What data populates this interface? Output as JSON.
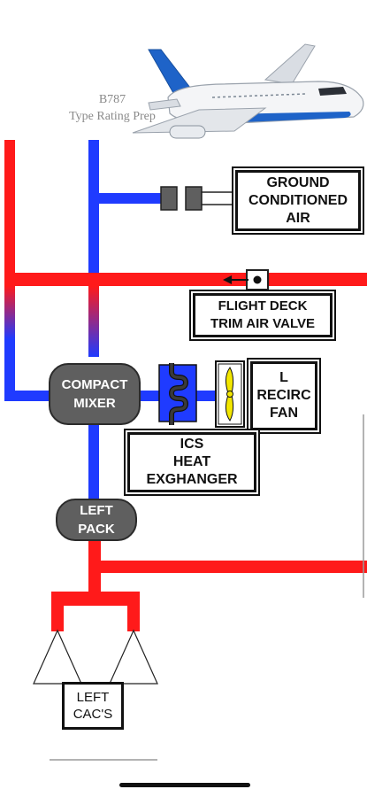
{
  "header": {
    "line1": "B787",
    "line2": "Type Rating Prep"
  },
  "colors": {
    "hot_air": "#ff1a1a",
    "cold_air": "#1f3bff",
    "component_fill": "#5f5f5f",
    "fan_blade": "#f2e600"
  },
  "components": {
    "ground_air": [
      "GROUND",
      "CONDITIONED",
      "AIR"
    ],
    "trim_valve": [
      "FLIGHT DECK",
      "TRIM AIR VALVE"
    ],
    "mixer": [
      "COMPACT",
      "MIXER"
    ],
    "recirc_fan": [
      "L",
      "RECIRC",
      "FAN"
    ],
    "heat_exchanger": [
      "ICS",
      "HEAT",
      "EXGHANGER"
    ],
    "pack": [
      "LEFT",
      "PACK"
    ],
    "cacs": [
      "LEFT",
      "CAC'S"
    ]
  },
  "icons": {
    "airplane": "airplane-icon",
    "fan": "fan-icon",
    "coil": "heat-exchanger-coil-icon",
    "valve": "valve-icon",
    "connector": "ground-connector-icon"
  }
}
